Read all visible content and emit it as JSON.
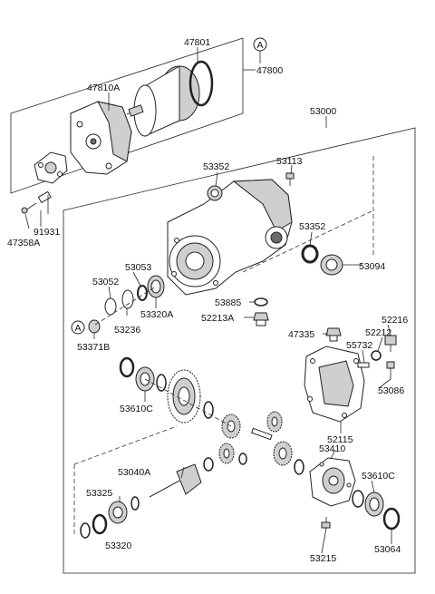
{
  "labels": {
    "p47801": "47801",
    "p47800": "47800",
    "p47810A": "47810A",
    "p53000": "53000",
    "p91931": "91931",
    "p47358A": "47358A",
    "p53352a": "53352",
    "p53113": "53113",
    "p53352b": "53352",
    "p53094": "53094",
    "p53053": "53053",
    "p53052": "53052",
    "p53320A": "53320A",
    "p53236": "53236",
    "p53371B": "53371B",
    "p53885": "53885",
    "p52213A": "52213A",
    "p47335": "47335",
    "p52216": "52216",
    "p52212": "52212",
    "p55732": "55732",
    "p53086": "53086",
    "p53610Ca": "53610C",
    "p52115": "52115",
    "p53410": "53410",
    "p53040A": "53040A",
    "p53325": "53325",
    "p53320": "53320",
    "p53610Cb": "53610C",
    "p53215": "53215",
    "p53064": "53064"
  },
  "callouts": {
    "top": "A",
    "left": "A"
  }
}
